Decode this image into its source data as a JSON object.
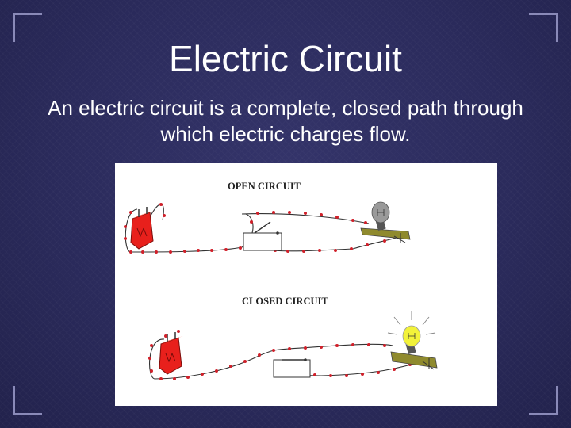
{
  "slide": {
    "title": "Electric Circuit",
    "body": "An electric circuit is a complete, closed path through which electric charges flow."
  },
  "figure": {
    "open_label": "OPEN CIRCUIT",
    "closed_label": "CLOSED CIRCUIT",
    "colors": {
      "background": "#2b2b5c",
      "battery": "#e8201c",
      "wire_dots": "#d0202a",
      "bulb_off": "#9a9a9a",
      "bulb_on": "#f2f23a",
      "base": "#8f8a2e"
    }
  }
}
